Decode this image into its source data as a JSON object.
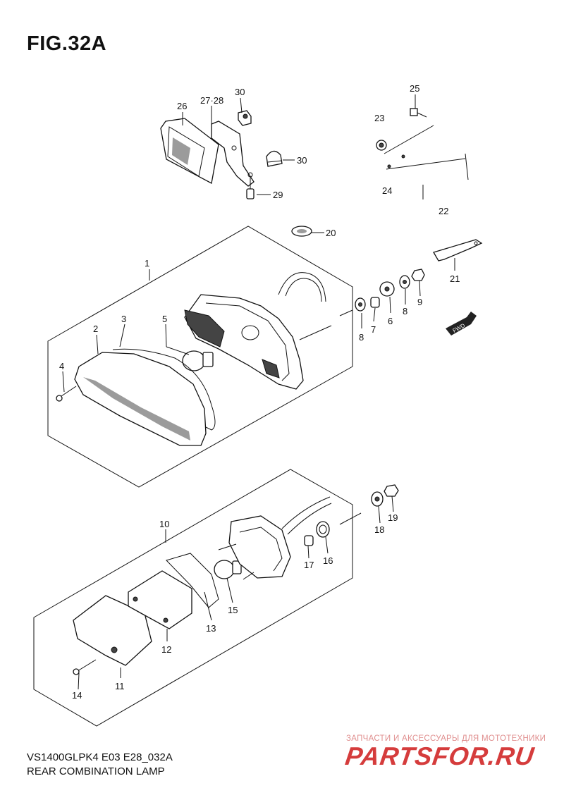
{
  "figure": {
    "title": "FIG.32A",
    "model_code": "VS1400GLPK4 E03 E28_032A",
    "name": "REAR COMBINATION LAMP"
  },
  "watermark": {
    "tagline": "ЗАПЧАСТИ И АКСЕССУАРЫ ДЛЯ МОТОТЕХНИКИ",
    "brand": "PARTSFOR.RU"
  },
  "fwd_badge": "FWD",
  "callouts": {
    "p1": "1",
    "p2": "2",
    "p3": "3",
    "p4": "4",
    "p5": "5",
    "p6": "6",
    "p7": "7",
    "p8a": "8",
    "p8b": "8",
    "p9": "9",
    "p10": "10",
    "p11": "11",
    "p12": "12",
    "p13": "13",
    "p14": "14",
    "p15": "15",
    "p16": "16",
    "p17": "17",
    "p18": "18",
    "p19": "19",
    "p20": "20",
    "p21": "21",
    "p22": "22",
    "p23": "23",
    "p24": "24",
    "p25": "25",
    "p26": "26",
    "p27_28": "27·28",
    "p29": "29",
    "p30a": "30",
    "p30b": "30"
  }
}
